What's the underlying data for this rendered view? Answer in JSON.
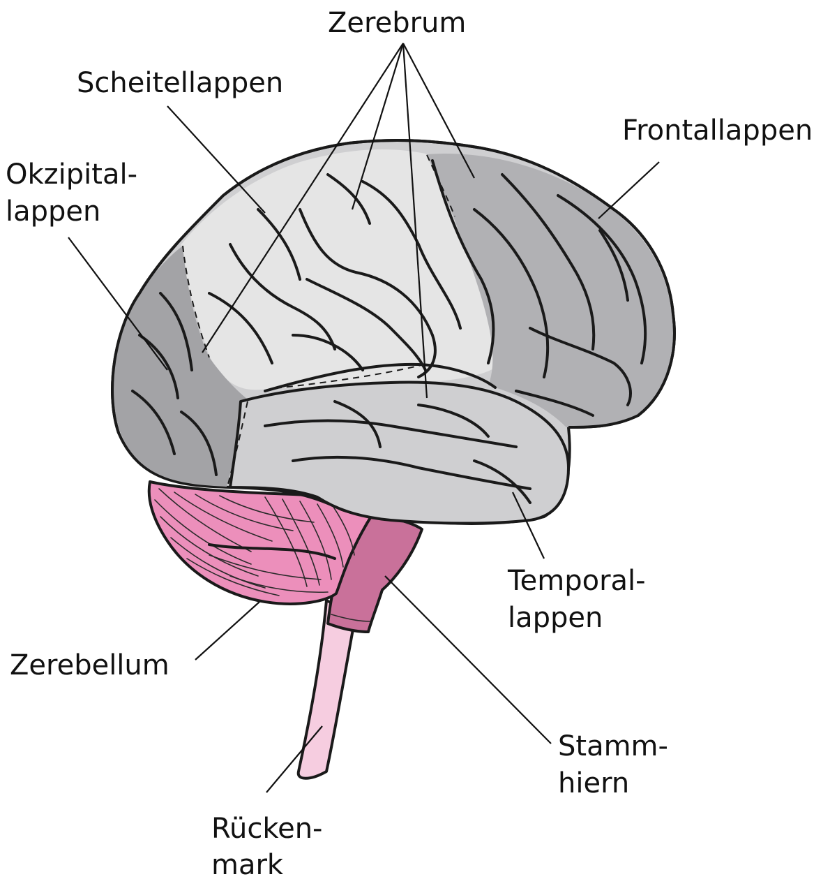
{
  "diagram": {
    "labels": {
      "cerebrum": "Zerebrum",
      "parietal_lobe": "Scheitellappen",
      "frontal_lobe": "Frontallappen",
      "occipital_lobe_line1": "Okzipital-",
      "occipital_lobe_line2": "lappen",
      "temporal_lobe_line1": "Temporal-",
      "temporal_lobe_line2": "lappen",
      "cerebellum": "Zerebellum",
      "brainstem_line1": "Stamm-",
      "brainstem_line2": "hiern",
      "spinal_cord_line1": "Rücken-",
      "spinal_cord_line2": "mark"
    },
    "colors": {
      "parietal_lobe": "#e5e5e5",
      "frontal_lobe": "#b1b1b4",
      "occipital_lobe": "#a3a3a6",
      "temporal_lobe": "#cfcfd1",
      "cerebellum": "#ec8fbb",
      "brainstem": "#c9719a",
      "spinal_cord": "#f6cde0",
      "outline": "#1a1a1a"
    }
  }
}
